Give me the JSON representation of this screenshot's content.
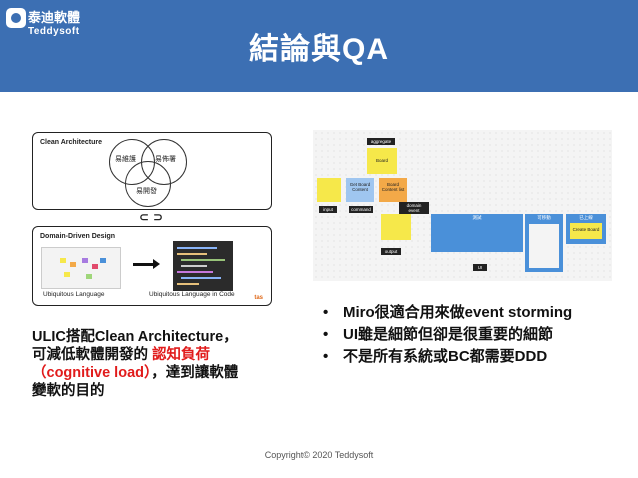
{
  "header": {
    "logo_name": "泰迪軟體",
    "logo_sub": "Teddysoft",
    "title": "結論與QA"
  },
  "left_figure": {
    "clean_title": "Clean Architecture",
    "venn_labels": [
      "易維護",
      "易佈署",
      "易開發"
    ],
    "ddd_title": "Domain-Driven Design",
    "caption_left": "Ubiquitous Language",
    "caption_right": "Ubiquitous Language in Code",
    "tag": "tas"
  },
  "right_figure": {
    "labels": {
      "aggregate": "aggregate",
      "board": "Board",
      "get_board": "Get Board Content",
      "board_content": "Board Content list",
      "input": "input",
      "command": "command",
      "domain_event": "domain event",
      "output": "output",
      "ui": "UI",
      "col1": "測試",
      "col2": "可移動",
      "col3": "已上線",
      "create_board": "Create Board"
    }
  },
  "bullets": [
    "Miro很適合用來做event storming",
    "UI雖是細節但卻是很重要的細節",
    "不是所有系統或BC都需要DDD"
  ],
  "body": {
    "line1": "ULIC搭配Clean Architecture，",
    "line2a": "可減低軟體開發的 ",
    "line2b": "認知負荷",
    "line3a": "（cognitive load）",
    "line3b": "，達到讓軟體",
    "line4": "變軟的目的"
  },
  "footer": "Copyright© 2020 Teddysoft",
  "colors": {
    "header": "#3c6fb3",
    "highlight": "#e11b1b",
    "sticky_yellow": "#f6e84a",
    "sticky_orange": "#f3a948",
    "sticky_blue": "#4a90d9",
    "sticky_purple": "#a77be0"
  }
}
